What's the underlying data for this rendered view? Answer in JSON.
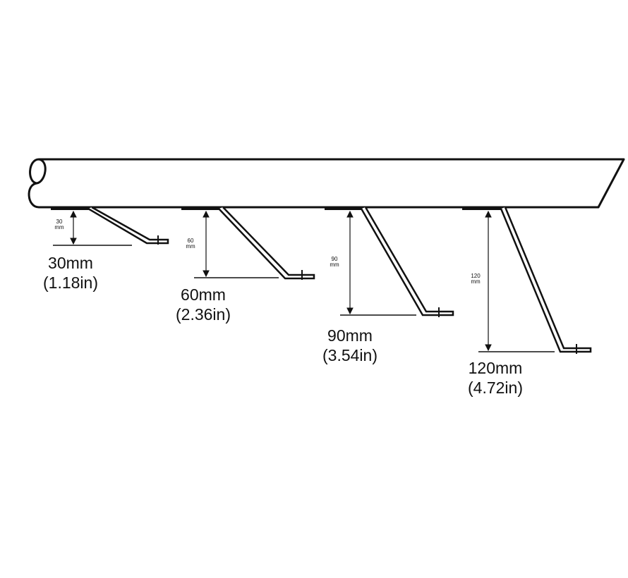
{
  "diagram": {
    "subject": "pipe with offset brackets of varying drop heights",
    "brackets": [
      {
        "id": "b30",
        "small_value": "30",
        "small_unit": "mm",
        "label_mm": "30mm",
        "label_in": "(1.18in)"
      },
      {
        "id": "b60",
        "small_value": "60",
        "small_unit": "mm",
        "label_mm": "60mm",
        "label_in": "(2.36in)"
      },
      {
        "id": "b90",
        "small_value": "90",
        "small_unit": "mm",
        "label_mm": "90mm",
        "label_in": "(3.54in)"
      },
      {
        "id": "b120",
        "small_value": "120",
        "small_unit": "mm",
        "label_mm": "120mm",
        "label_in": "(4.72in)"
      }
    ],
    "colors": {
      "line": "#111111",
      "background": "#ffffff"
    }
  }
}
